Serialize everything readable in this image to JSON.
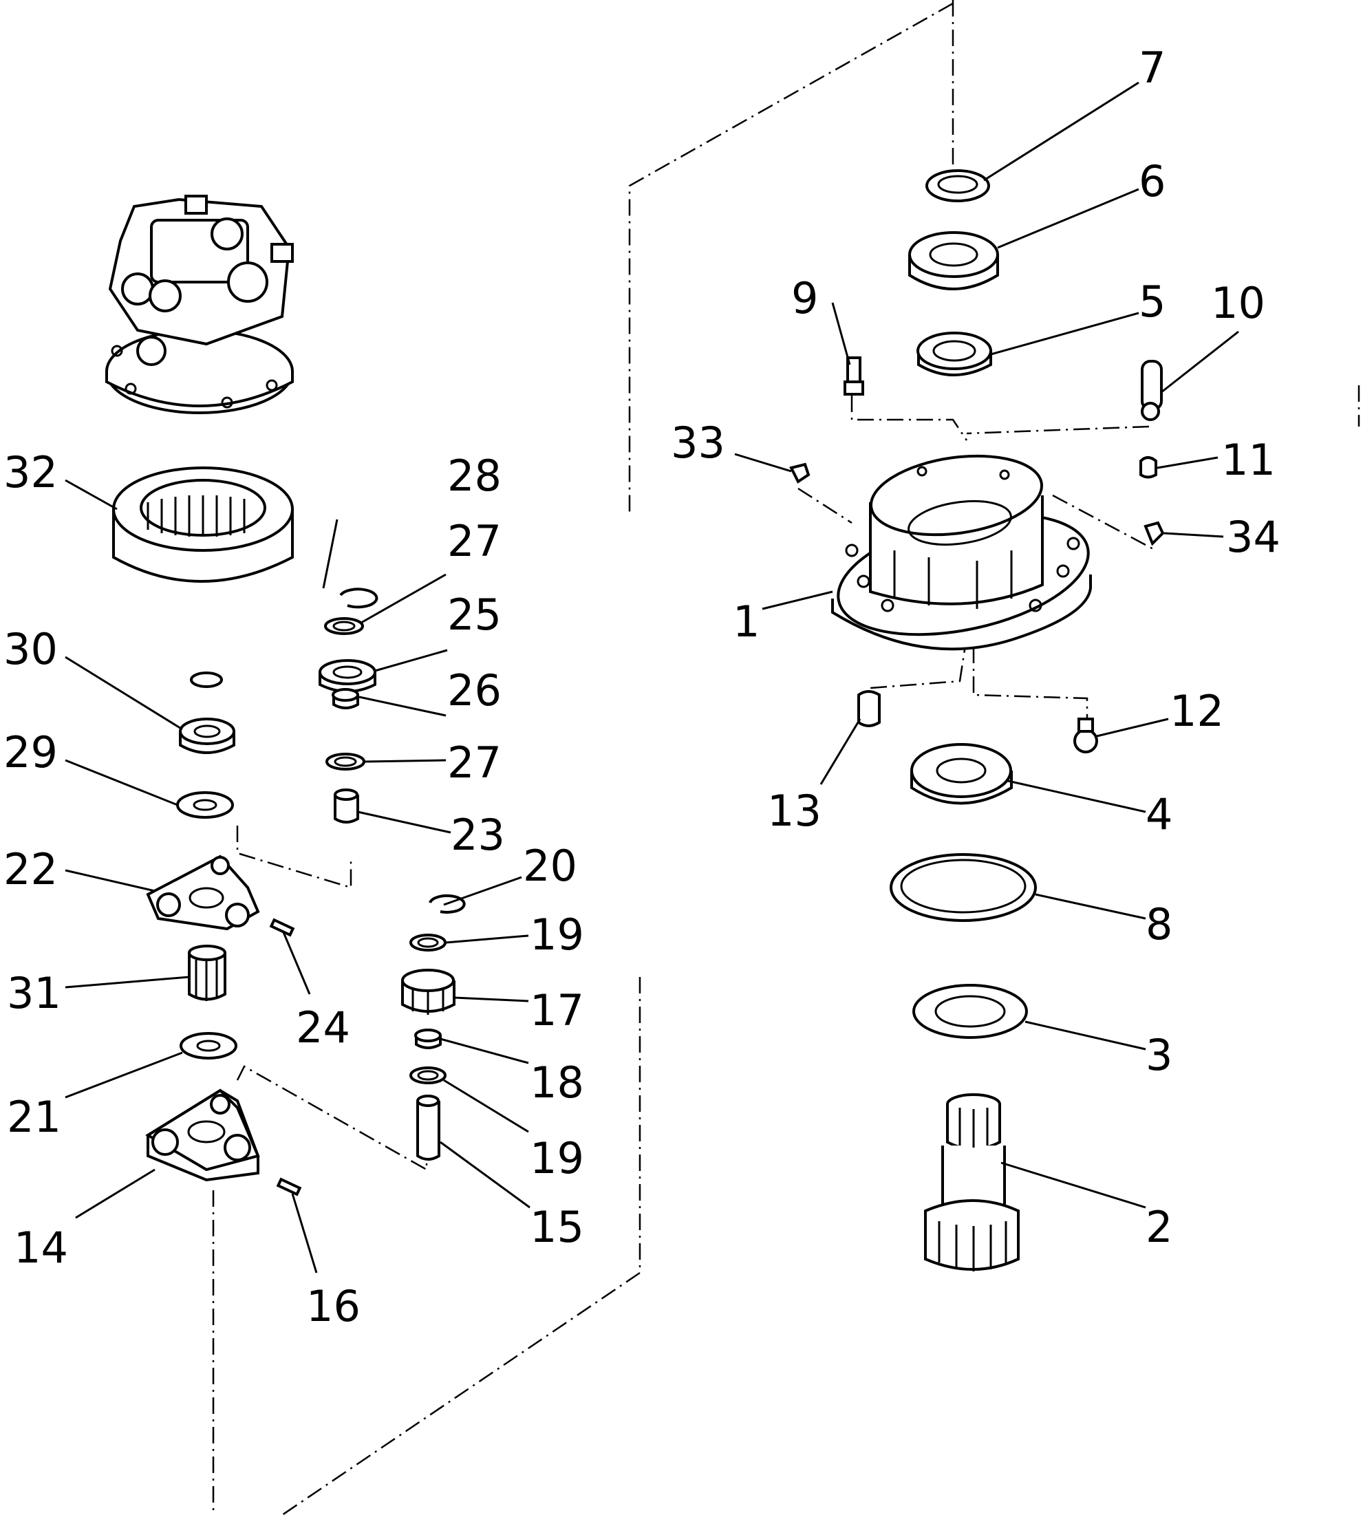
{
  "labels": {
    "p1": "1",
    "p2": "2",
    "p3": "3",
    "p4": "4",
    "p5": "5",
    "p6": "6",
    "p7": "7",
    "p8": "8",
    "p9": "9",
    "p10": "10",
    "p11": "11",
    "p12": "12",
    "p13": "13",
    "p14": "14",
    "p15": "15",
    "p16": "16",
    "p17": "17",
    "p18": "18",
    "p19a": "19",
    "p19b": "19",
    "p20": "20",
    "p21": "21",
    "p22": "22",
    "p23": "23",
    "p24": "24",
    "p25": "25",
    "p26": "26",
    "p27a": "27",
    "p27b": "27",
    "p28": "28",
    "p29": "29",
    "p30": "30",
    "p31": "31",
    "p32": "32",
    "p33": "33",
    "p34": "34"
  },
  "colors": {
    "ink": "#000000",
    "paper": "#ffffff"
  }
}
